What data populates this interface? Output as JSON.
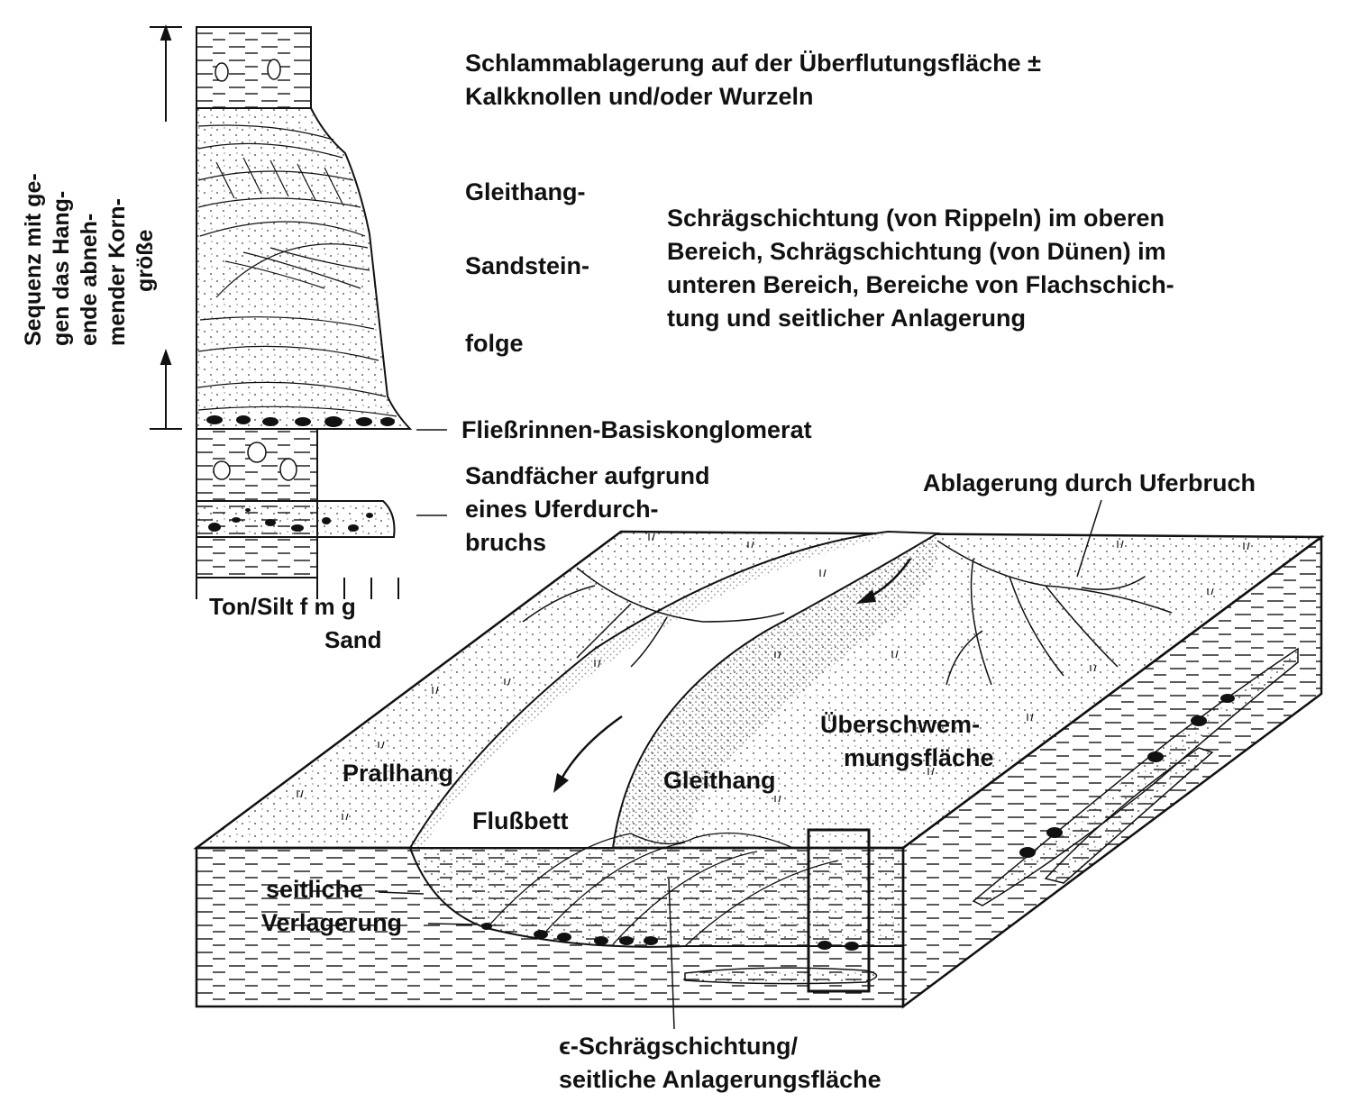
{
  "column": {
    "sequence_label_lines": [
      "Sequenz mit ge-",
      "gen das Hang-",
      "ende abneh-",
      "mender Korn-",
      "größe"
    ],
    "axis_label_line1": "Ton/Silt f m g",
    "axis_label_line2": "Sand"
  },
  "labels": {
    "floodplain_mud_line1": "Schlammablagerung auf der Überflutungsfläche ±",
    "floodplain_mud_line2": "Kalkknollen und/oder Wurzeln",
    "point_bar_1": "Gleithang-",
    "point_bar_2": "Sandstein-",
    "point_bar_3": "folge",
    "cross_bedding_line1": "Schrägschichtung (von Rippeln) im oberen",
    "cross_bedding_line2": "Bereich, Schrägschichtung (von Dünen) im",
    "cross_bedding_line3": "unteren Bereich, Bereiche von Flachschich-",
    "cross_bedding_line4": "tung und seitlicher Anlagerung",
    "channel_lag": "Fließrinnen-Basiskonglomerat",
    "crevasse_fan_line1": "Sandfächer aufgrund",
    "crevasse_fan_line2": "eines Uferdurch-",
    "crevasse_fan_line3": "bruchs",
    "crevasse_deposit": "Ablagerung durch Uferbruch",
    "floodplain_line1": "Überschwem-",
    "floodplain_line2": "mungsfläche",
    "cut_bank": "Prallhang",
    "point_bar": "Gleithang",
    "river_bed": "Flußbett",
    "lateral_migration_line1": "seitliche",
    "lateral_migration_line2": "Verlagerung",
    "epsilon_line1": "ϵ-Schrägschichtung/",
    "epsilon_line2": "seitliche Anlagerungsfläche"
  }
}
